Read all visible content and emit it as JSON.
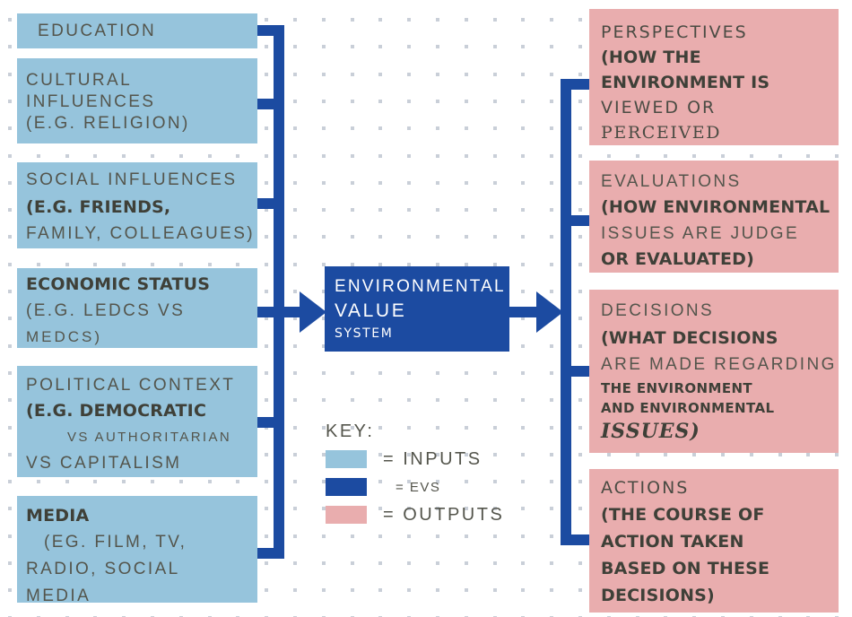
{
  "palette": {
    "input_blue": "#96c4dc",
    "evs_blue": "#1c4ba1",
    "output_pink": "#e9adae",
    "text_dark": "#3f4038",
    "text_gray": "#54554c",
    "dot_gray": "#c9cfd8",
    "background": "#ffffff",
    "center_text": "#ffffff"
  },
  "center": {
    "lines": [
      "ENVIRONMENTAL",
      "VALUE",
      "SYSTEM"
    ]
  },
  "inputs": [
    {
      "name": "education",
      "lines": [
        {
          "t": "EDUCATION",
          "f": "sans",
          "ind": 13
        }
      ]
    },
    {
      "name": "cultural-influences",
      "lines": [
        {
          "t": "CULTURAL",
          "f": "sans"
        },
        {
          "t": "INFLUENCES",
          "f": "sans"
        },
        {
          "t": "(E.G. RELIGION)",
          "f": "sans"
        }
      ]
    },
    {
      "name": "social-influences",
      "lines": [
        {
          "t": "SOCIAL INFLUENCES",
          "f": "sans"
        },
        {
          "t": "(E.G. FRIENDS,",
          "f": "hand"
        },
        {
          "t": "FAMILY, COLLEAGUES)",
          "f": "sans"
        }
      ]
    },
    {
      "name": "economic-status",
      "lines": [
        {
          "t": "ECONOMIC STATUS",
          "f": "hand"
        },
        {
          "t": "(E.G. LEDCS VS",
          "f": "sans"
        },
        {
          "t": "MEDCS)",
          "f": "sans",
          "sz": 17,
          "sp": 3
        }
      ]
    },
    {
      "name": "political-context",
      "lines": [
        {
          "t": "POLITICAL CONTEXT",
          "f": "sans"
        },
        {
          "t": "(E.G. DEMOCRATIC",
          "f": "hand"
        },
        {
          "t": "VS AUTHORITARIAN",
          "f": "sans",
          "sz": 15,
          "ind": 46
        },
        {
          "t": "VS CAPITALISM",
          "f": "sans"
        }
      ]
    },
    {
      "name": "media",
      "lines": [
        {
          "t": "MEDIA",
          "f": "hand"
        },
        {
          "t": "(EG. FILM, TV,",
          "f": "sans",
          "ind": 20
        },
        {
          "t": "RADIO, SOCIAL",
          "f": "sans"
        },
        {
          "t": "MEDIA",
          "f": "sans"
        }
      ]
    }
  ],
  "outputs": [
    {
      "name": "perspectives",
      "lines": [
        {
          "t": "PERSPECTIVES",
          "f": "light"
        },
        {
          "t": "(HOW THE",
          "f": "hand"
        },
        {
          "t": "ENVIRONMENT IS",
          "f": "hand"
        },
        {
          "t": "VIEWED OR",
          "f": "light"
        },
        {
          "t": "PERCEIVED",
          "f": "serif"
        }
      ]
    },
    {
      "name": "evaluations",
      "lines": [
        {
          "t": "EVALUATIONS",
          "f": "sans"
        },
        {
          "t": "(HOW ENVIRONMENTAL",
          "f": "hand"
        },
        {
          "t": "ISSUES ARE JUDGE",
          "f": "sans"
        },
        {
          "t": "OR EVALUATED)",
          "f": "hand"
        }
      ]
    },
    {
      "name": "decisions",
      "lines": [
        {
          "t": "DECISIONS",
          "f": "sans"
        },
        {
          "t": "(WHAT DECISIONS",
          "f": "hand"
        },
        {
          "t": "ARE MADE REGARDING",
          "f": "sans"
        },
        {
          "t": "THE ENVIRONMENT",
          "f": "shand"
        },
        {
          "t": "AND ENVIRONMENTAL",
          "f": "shand"
        },
        {
          "t": "ISSUES)",
          "f": "script"
        }
      ]
    },
    {
      "name": "actions",
      "lines": [
        {
          "t": "ACTIONS",
          "f": "light"
        },
        {
          "t": "(THE COURSE OF",
          "f": "hand"
        },
        {
          "t": "ACTION TAKEN",
          "f": "hand"
        },
        {
          "t": "BASED ON THESE",
          "f": "hand"
        },
        {
          "t": "DECISIONS)",
          "f": "hand"
        }
      ]
    }
  ],
  "key": {
    "title": "KEY:",
    "entries": [
      {
        "swatch": "input",
        "label": "= INPUTS"
      },
      {
        "swatch": "evs",
        "label": "= EVS"
      },
      {
        "swatch": "output",
        "label": "= OUTPUTS"
      }
    ]
  }
}
